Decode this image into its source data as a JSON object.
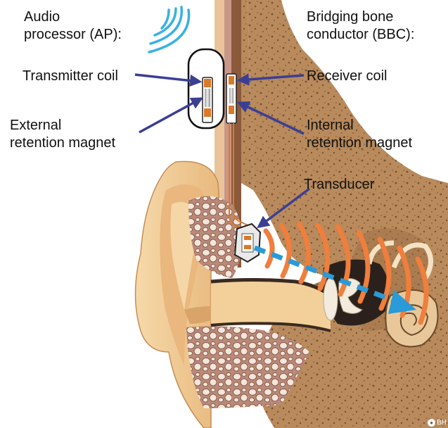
{
  "labels": {
    "audio_processor": {
      "line1": "Audio",
      "line2": "processor (AP):"
    },
    "bbc": {
      "line1": "Bridging bone",
      "line2": "conductor (BBC):"
    },
    "transmitter_coil": "Transmitter coil",
    "receiver_coil": "Receiver coil",
    "external_magnet": {
      "line1": "External",
      "line2": "retention magnet"
    },
    "internal_magnet": {
      "line1": "Internal",
      "line2": "retention magnet"
    },
    "transducer": "Transducer"
  },
  "watermark": "BH",
  "colors": {
    "skin": "#f1cf9c",
    "skin_shadow": "#d9a469",
    "bone": "#b88a5c",
    "marrow": "#a9765a",
    "tissue": "#c89a88",
    "vibration_waves": "#f07e3c",
    "signal_arrow": "#2a9ad8",
    "pointer_arrows": "#3b3f94",
    "radio_waves": "#39b1e3"
  },
  "icons": [
    "radio-waves-icon"
  ]
}
